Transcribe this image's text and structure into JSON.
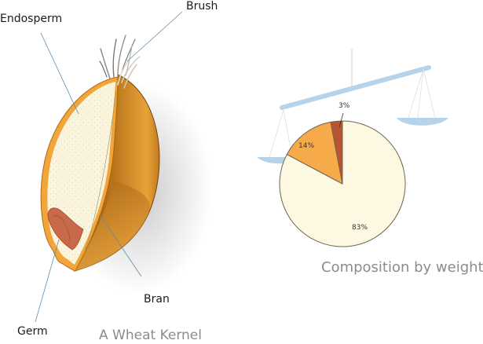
{
  "kernel": {
    "labels": {
      "endosperm": "Endosperm",
      "brush": "Brush",
      "bran": "Bran",
      "germ": "Germ"
    },
    "caption": "A Wheat Kernel"
  },
  "composition": {
    "caption": "Composition by weight",
    "slices": [
      {
        "name": "Endosperm",
        "label": "83%",
        "color": "#fdf8e1"
      },
      {
        "name": "Bran",
        "label": "14%",
        "color": "#f6aa4a"
      },
      {
        "name": "Germ",
        "label": "3%",
        "color": "#b85433"
      }
    ]
  },
  "colors": {
    "leader_line": "#5b8fb5",
    "scale_blue": "#b6d3ea",
    "bran_dark": "#a8620f",
    "bran_orange": "#f0a032",
    "endosperm": "#fbf4dc",
    "germ": "#c7694a"
  },
  "chart_data": {
    "type": "pie",
    "title": "Composition by weight",
    "categories": [
      "Endosperm",
      "Bran",
      "Germ"
    ],
    "values": [
      83,
      14,
      3
    ],
    "labels": [
      "83%",
      "14%",
      "3%"
    ],
    "colors": [
      "#fdf8e1",
      "#f6aa4a",
      "#b85433"
    ],
    "legend": "none"
  }
}
